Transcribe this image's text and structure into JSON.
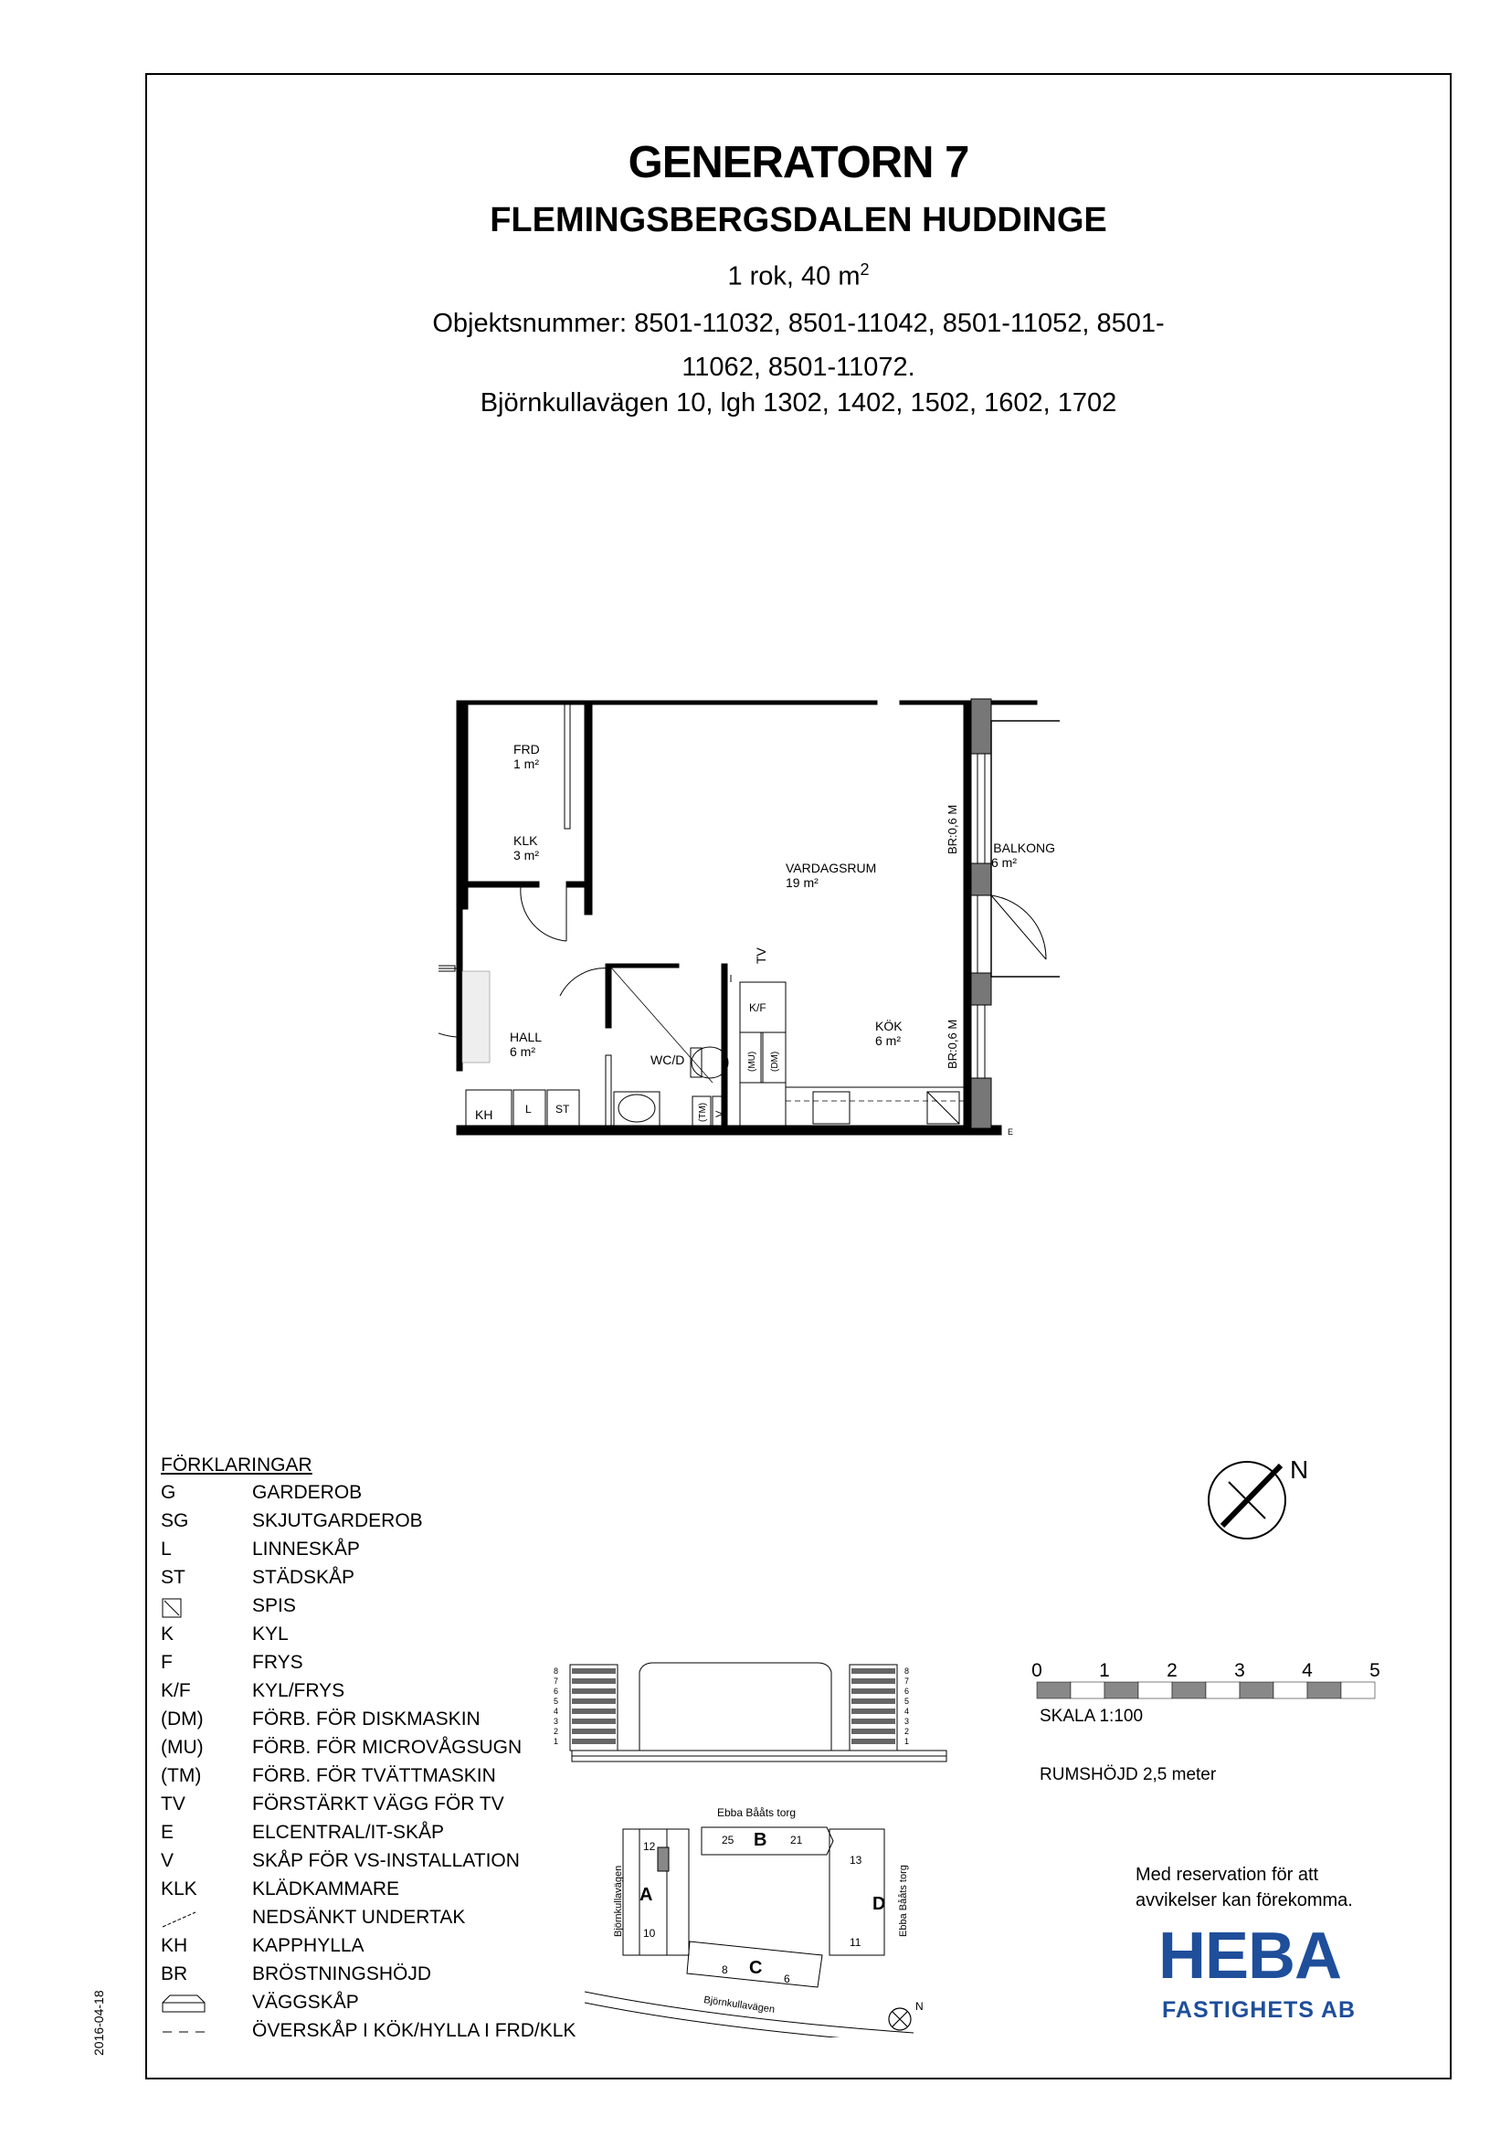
{
  "header": {
    "title": "GENERATORN 7",
    "subtitle": "FLEMINGSBERGSDALEN HUDDINGE",
    "size_prefix": "1 rok, 40 m",
    "size_sup": "2",
    "object_numbers_line1": "Objektsnummer: 8501-11032, 8501-11042, 8501-11052, 8501-",
    "object_numbers_line2": "11062, 8501-11072.",
    "address": "Björnkullavägen 10, lgh 1302, 1402, 1502, 1602, 1702"
  },
  "date": "2016-04-18",
  "plan": {
    "rooms": {
      "frd": "FRD",
      "frd_area": "1 m²",
      "klk": "KLK",
      "klk_area": "3 m²",
      "vardagsrum": "VARDAGSRUM",
      "vardagsrum_area": "19 m²",
      "balkong": "BALKONG",
      "balkong_area": "6 m²",
      "hall": "HALL",
      "hall_area": "6 m²",
      "wcd": "WC/D",
      "kok": "KÖK",
      "kok_area": "6 m²"
    },
    "marks": {
      "br_top": "BR:0,6 M",
      "br_bottom": "BR:0,6 M",
      "tv": "TV",
      "kf": "K/F",
      "mu": "(MU)",
      "dm": "(DM)",
      "tm": "(TM)",
      "v": "V",
      "kh": "KH",
      "l": "L",
      "st": "ST",
      "e": "E"
    }
  },
  "legend": {
    "title": "FÖRKLARINGAR",
    "items": [
      {
        "code": "G",
        "desc": "GARDEROB"
      },
      {
        "code": "SG",
        "desc": "SKJUTGARDEROB"
      },
      {
        "code": "L",
        "desc": "LINNESKÅP"
      },
      {
        "code": "ST",
        "desc": "STÄDSKÅP"
      },
      {
        "code": "",
        "desc": "SPIS",
        "icon": "stove-icon"
      },
      {
        "code": "K",
        "desc": "KYL"
      },
      {
        "code": "F",
        "desc": "FRYS"
      },
      {
        "code": "K/F",
        "desc": "KYL/FRYS"
      },
      {
        "code": "(DM)",
        "desc": "FÖRB. FÖR DISKMASKIN"
      },
      {
        "code": "(MU)",
        "desc": "FÖRB. FÖR MICROVÅGSUGN"
      },
      {
        "code": "(TM)",
        "desc": "FÖRB. FÖR TVÄTTMASKIN"
      },
      {
        "code": "TV",
        "desc": "FÖRSTÄRKT VÄGG FÖR TV"
      },
      {
        "code": "E",
        "desc": "ELCENTRAL/IT-SKÅP"
      },
      {
        "code": "V",
        "desc": "SKÅP FÖR VS-INSTALLATION"
      },
      {
        "code": "KLK",
        "desc": "KLÄDKAMMARE"
      },
      {
        "code": "",
        "desc": "NEDSÄNKT UNDERTAK",
        "icon": "lowered-ceiling-icon"
      },
      {
        "code": "KH",
        "desc": "KAPPHYLLA"
      },
      {
        "code": "BR",
        "desc": "BRÖSTNINGSHÖJD"
      },
      {
        "code": "",
        "desc": "VÄGGSKÅP",
        "icon": "wall-cabinet-icon"
      },
      {
        "code": "",
        "desc": "ÖVERSKÅP I KÖK/HYLLA I FRD/KLK",
        "icon": "dashed-line-icon"
      }
    ]
  },
  "compass": {
    "label": "N"
  },
  "scale": {
    "ticks": [
      "0",
      "1",
      "2",
      "3",
      "4",
      "5"
    ],
    "label": "SKALA 1:100",
    "room_height": "RUMSHÖJD 2,5 meter"
  },
  "siteplan": {
    "ebba_top": "Ebba Bååts torg",
    "ebba_side": "Ebba Bååts torg",
    "street_side": "Björnkullavägen",
    "street_bottom": "Björnkullavägen",
    "blocks": {
      "a": "A",
      "b": "B",
      "c": "C",
      "d": "D"
    },
    "numbers": {
      "n12": "12",
      "n10": "10",
      "n25": "25",
      "n21": "21",
      "n13": "13",
      "n11": "11",
      "n8": "8",
      "n6": "6"
    },
    "north": "N"
  },
  "section": {
    "floors": [
      "8",
      "7",
      "6",
      "5",
      "4",
      "3",
      "2",
      "1"
    ]
  },
  "disclaimer": {
    "line1": "Med reservation för att",
    "line2": "avvikelser kan förekomma."
  },
  "logo": {
    "name": "HEBA",
    "sub": "FASTIGHETS AB"
  }
}
